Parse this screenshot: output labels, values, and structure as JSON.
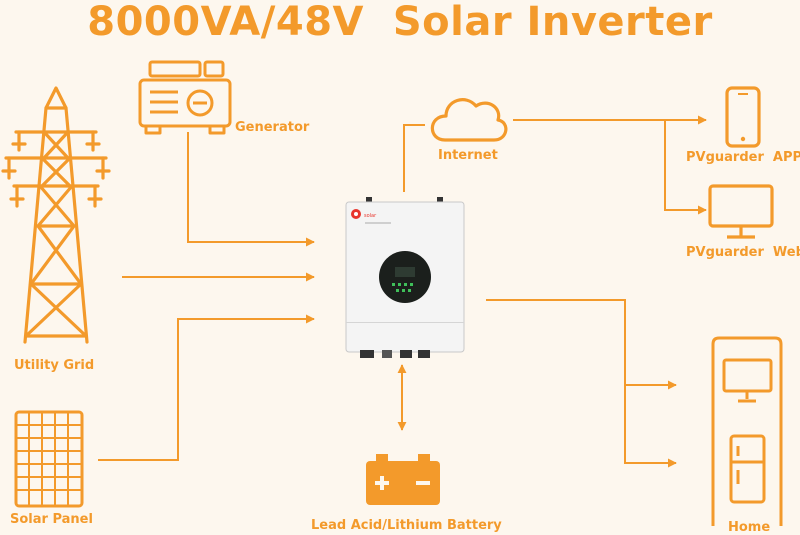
{
  "title": "8000VA/48V  Solar Inverter",
  "colors": {
    "accent": "#f39a2b",
    "background": "#fdf7ee",
    "device": "#f4f4f4",
    "screen": "#1b1f1c",
    "led": "#3fbf5a",
    "brand": "#e8352c"
  },
  "nodes": {
    "generator": {
      "label": "Generator",
      "icon": "generator-icon"
    },
    "utility_grid": {
      "label": "Utility Grid",
      "icon": "transmission-tower-icon"
    },
    "solar_panel": {
      "label": "Solar Panel",
      "icon": "solar-panel-icon"
    },
    "internet": {
      "label": "Internet",
      "icon": "cloud-icon"
    },
    "app": {
      "label": "PVguarder  APP",
      "icon": "smartphone-icon"
    },
    "web": {
      "label": "PVguarder  Web",
      "icon": "monitor-icon"
    },
    "battery": {
      "label": "Lead Acid/Lithium Battery",
      "icon": "battery-icon"
    },
    "home": {
      "label": "Home",
      "icon": "house-icon"
    },
    "inverter": {
      "brand": "solar",
      "icon": "inverter-icon"
    }
  }
}
